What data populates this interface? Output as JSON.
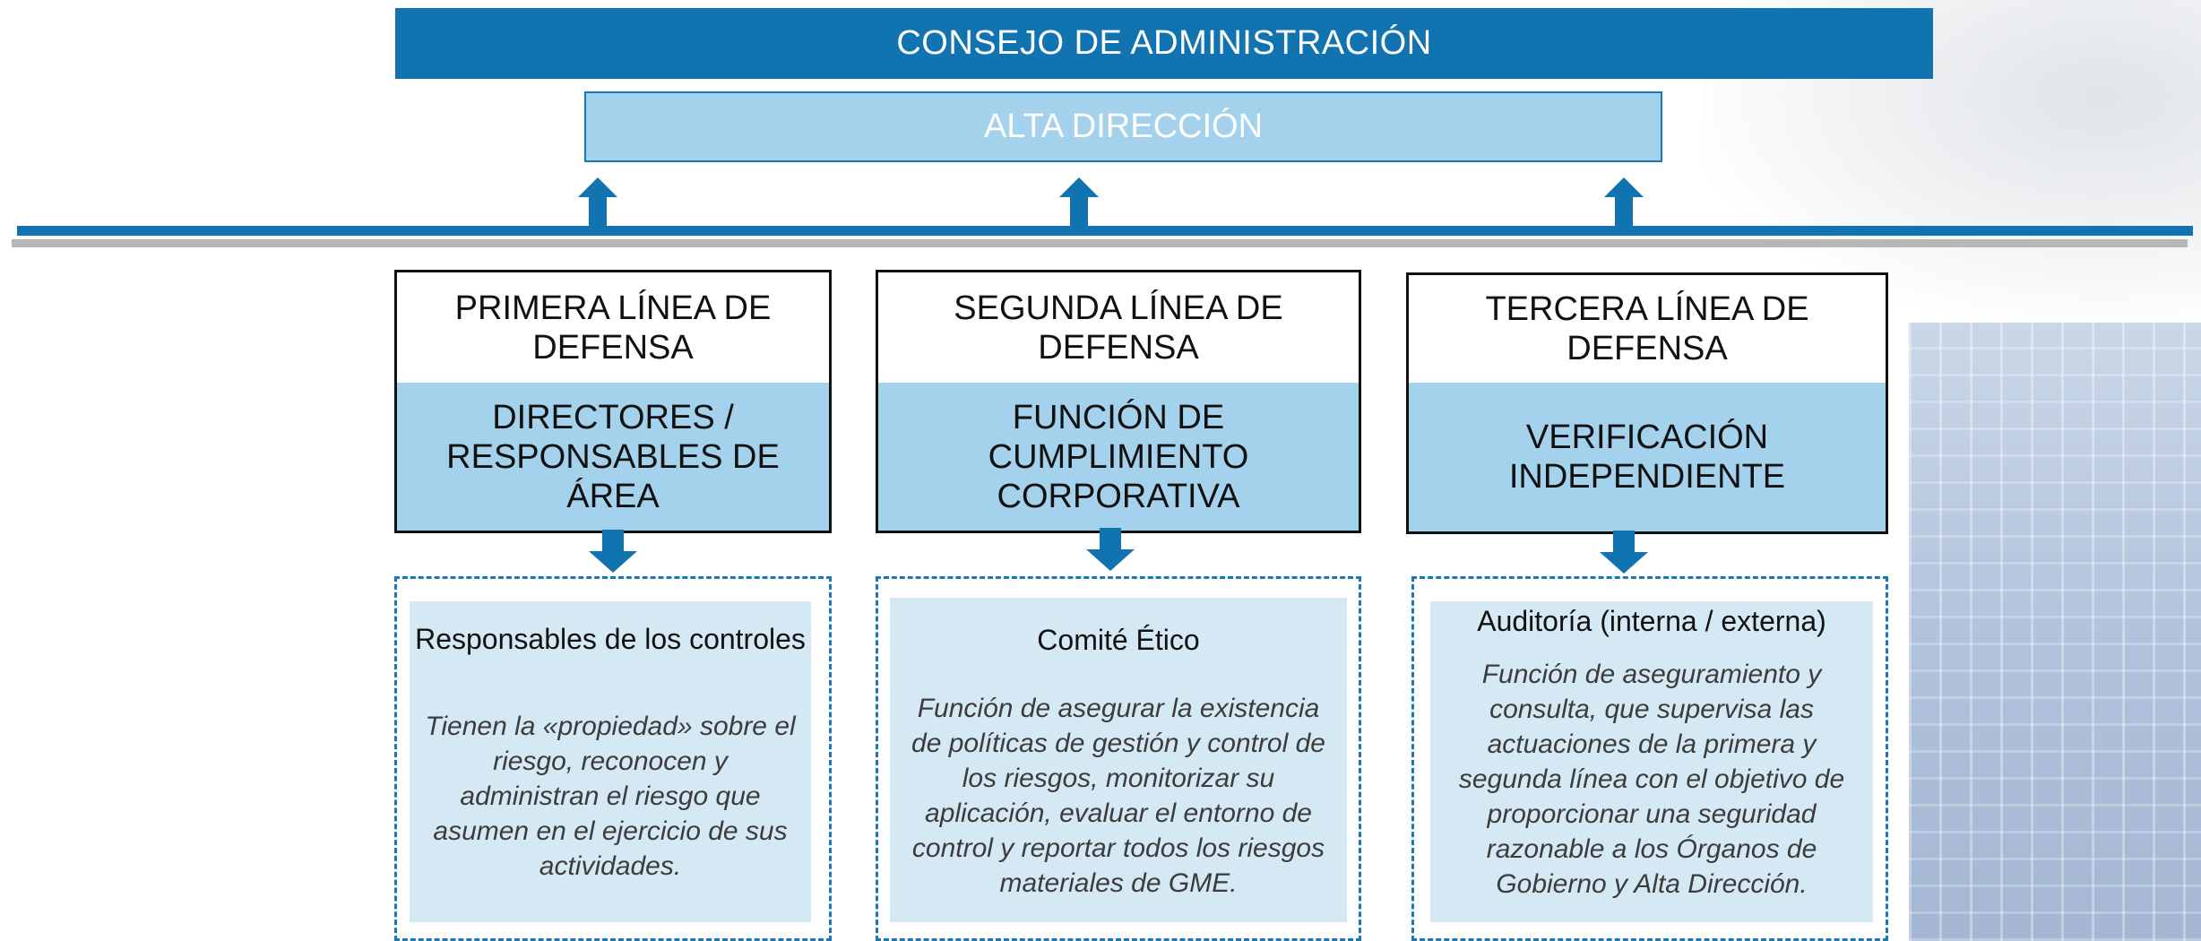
{
  "board": "CONSEJO DE ADMINISTRACIÓN",
  "senior_management": "ALTA DIRECCIÓN",
  "lines": [
    {
      "header": "PRIMERA LÍNEA DE\nDEFENSA",
      "role": "DIRECTORES /\nRESPONSABLES DE ÁREA",
      "detail_title": "Responsables de los controles",
      "detail_text": "Tienen la «propiedad» sobre el\nriesgo, reconocen y\nadministran el riesgo que\nasumen en el ejercicio de sus\nactividades."
    },
    {
      "header": "SEGUNDA LÍNEA DE\nDEFENSA",
      "role": "FUNCIÓN DE\nCUMPLIMIENTO\nCORPORATIVA",
      "detail_title": "Comité Ético",
      "detail_text": "Función de asegurar la existencia\nde políticas de gestión y control de\nlos riesgos, monitorizar su\naplicación, evaluar el entorno de\ncontrol y reportar todos los riesgos\nmateriales de GME."
    },
    {
      "header": "TERCERA LÍNEA DE\nDEFENSA",
      "role": "VERIFICACIÓN\nINDEPENDIENTE",
      "detail_title": "Auditoría (interna / externa)",
      "detail_text": "Función de aseguramiento y\nconsulta, que supervisa las\nactuaciones de la primera y\nsegunda línea con el objetivo de\nproporcionar una seguridad\nrazonable a los Órganos de\nGobierno y Alta Dirección."
    }
  ],
  "colors": {
    "primary_blue": "#1173af",
    "light_blue": "#a4d1eb",
    "pale_blue": "#d5e9f4",
    "grey_line": "#b7b7b7"
  }
}
